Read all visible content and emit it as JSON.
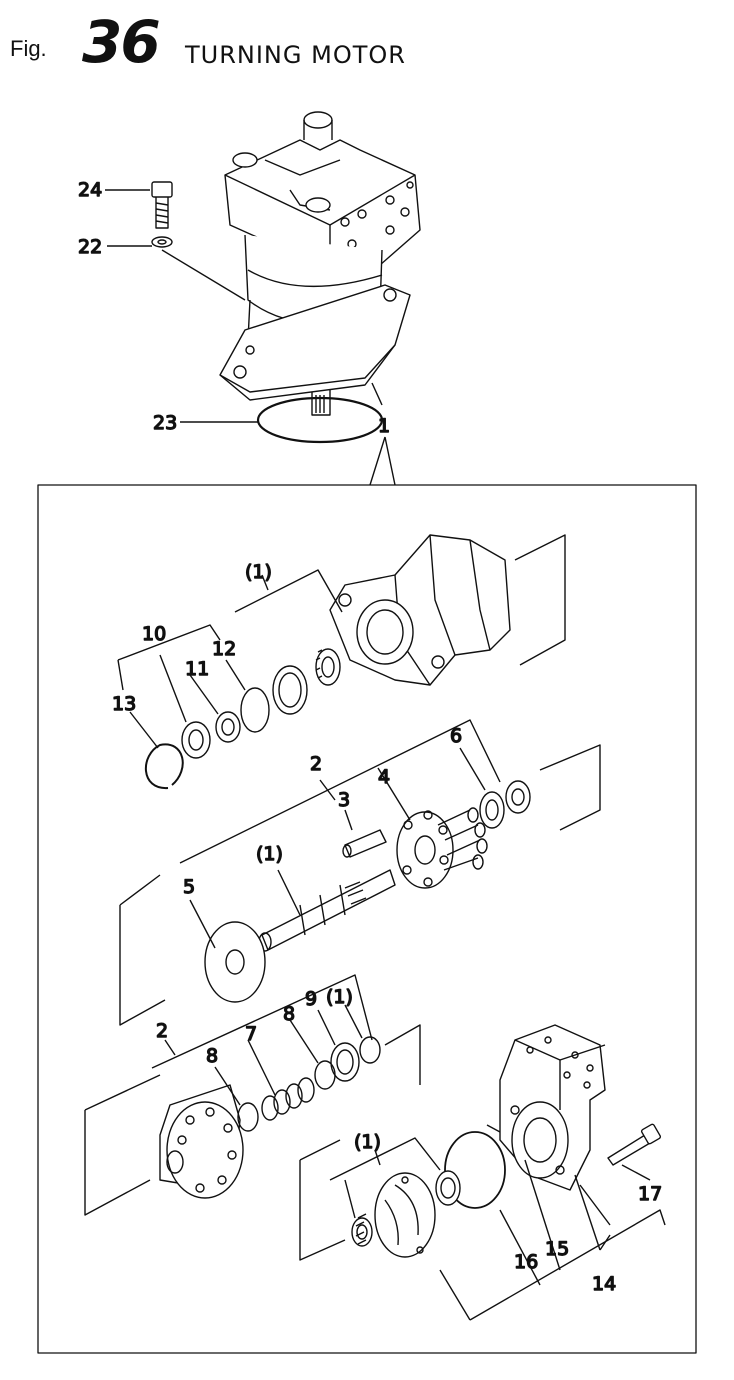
{
  "header": {
    "prefix": "Fig.",
    "number": "36",
    "title": "TURNING MOTOR"
  },
  "callouts": {
    "c24": "24",
    "c22": "22",
    "c23": "23",
    "c1": "1",
    "c1a": "(1)",
    "c10": "10",
    "c12": "12",
    "c11": "11",
    "c13": "13",
    "c2a": "2",
    "c6": "6",
    "c4": "4",
    "c3": "3",
    "c1b": "(1)",
    "c5": "5",
    "c9": "9",
    "c1c": "(1)",
    "c8a": "8",
    "c2b": "2",
    "c7": "7",
    "c8b": "8",
    "c1d": "(1)",
    "c17": "17",
    "c16": "16",
    "c15": "15",
    "c14": "14"
  }
}
